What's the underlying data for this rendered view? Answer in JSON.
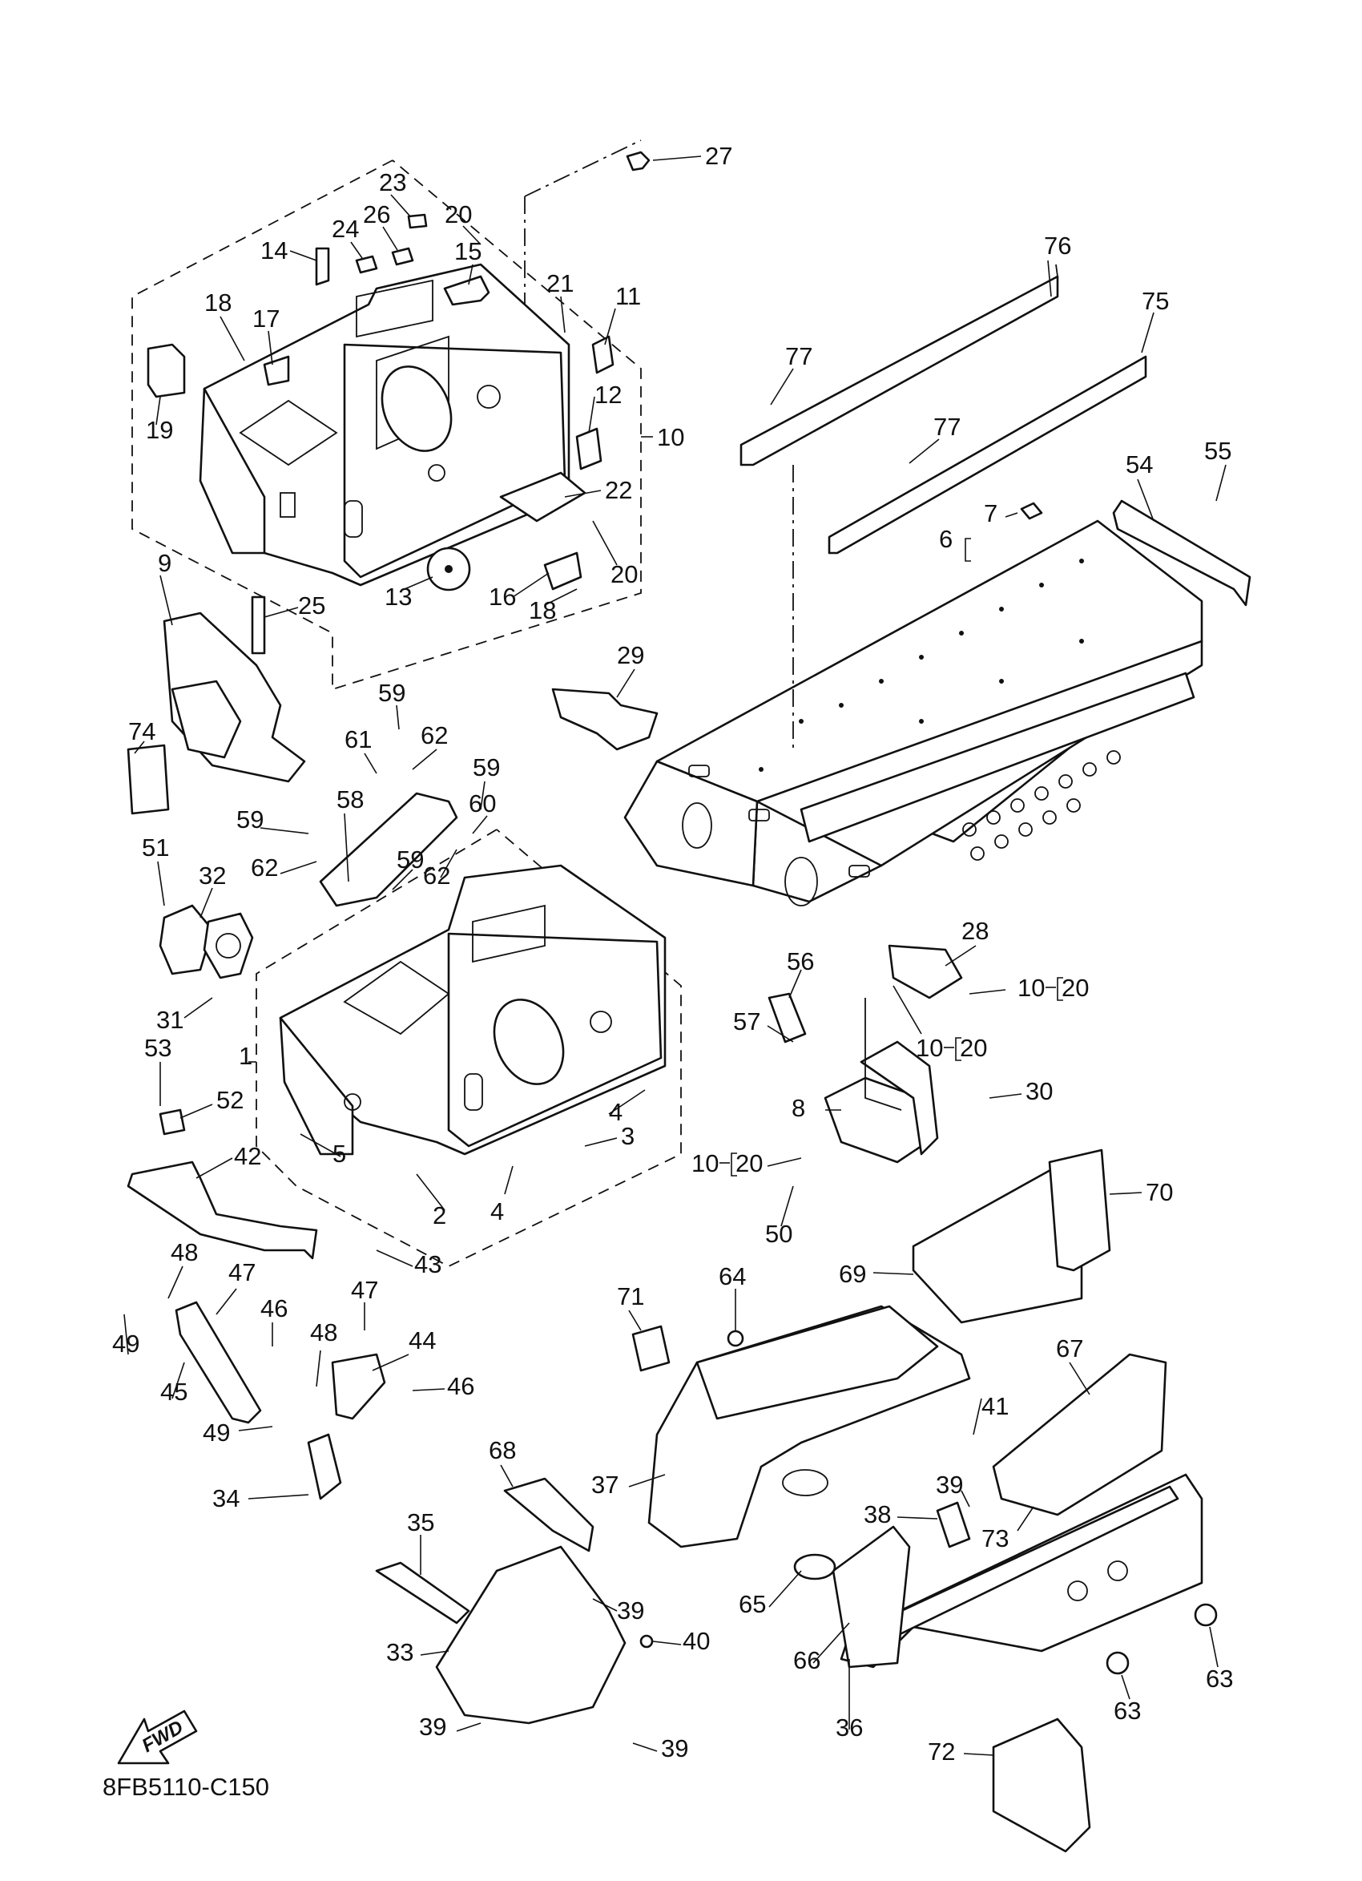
{
  "diagram_code": "8FB5110-C150",
  "fwd_label": "FWD",
  "callouts": [
    {
      "id": "c1",
      "text": "1"
    },
    {
      "id": "c2",
      "text": "2"
    },
    {
      "id": "c3",
      "text": "3"
    },
    {
      "id": "c4a",
      "text": "4"
    },
    {
      "id": "c4b",
      "text": "4"
    },
    {
      "id": "c5",
      "text": "5"
    },
    {
      "id": "c6",
      "text": "6"
    },
    {
      "id": "c7",
      "text": "7"
    },
    {
      "id": "c8",
      "text": "8"
    },
    {
      "id": "c9",
      "text": "9"
    },
    {
      "id": "c10",
      "text": "10"
    },
    {
      "id": "c11",
      "text": "11"
    },
    {
      "id": "c12",
      "text": "12"
    },
    {
      "id": "c13",
      "text": "13"
    },
    {
      "id": "c14",
      "text": "14"
    },
    {
      "id": "c15",
      "text": "15"
    },
    {
      "id": "c16",
      "text": "16"
    },
    {
      "id": "c17",
      "text": "17"
    },
    {
      "id": "c18a",
      "text": "18"
    },
    {
      "id": "c18b",
      "text": "18"
    },
    {
      "id": "c19",
      "text": "19"
    },
    {
      "id": "c20a",
      "text": "20"
    },
    {
      "id": "c20b",
      "text": "20"
    },
    {
      "id": "c21",
      "text": "21"
    },
    {
      "id": "c22",
      "text": "22"
    },
    {
      "id": "c23",
      "text": "23"
    },
    {
      "id": "c24",
      "text": "24"
    },
    {
      "id": "c25",
      "text": "25"
    },
    {
      "id": "c26",
      "text": "26"
    },
    {
      "id": "c27",
      "text": "27"
    },
    {
      "id": "c28",
      "text": "28"
    },
    {
      "id": "c29",
      "text": "29"
    },
    {
      "id": "c30",
      "text": "30"
    },
    {
      "id": "c31",
      "text": "31"
    },
    {
      "id": "c32",
      "text": "32"
    },
    {
      "id": "c33",
      "text": "33"
    },
    {
      "id": "c34",
      "text": "34"
    },
    {
      "id": "c35",
      "text": "35"
    },
    {
      "id": "c36",
      "text": "36"
    },
    {
      "id": "c37",
      "text": "37"
    },
    {
      "id": "c38",
      "text": "38"
    },
    {
      "id": "c39a",
      "text": "39"
    },
    {
      "id": "c39b",
      "text": "39"
    },
    {
      "id": "c39c",
      "text": "39"
    },
    {
      "id": "c39d",
      "text": "39"
    },
    {
      "id": "c40",
      "text": "40"
    },
    {
      "id": "c41",
      "text": "41"
    },
    {
      "id": "c42",
      "text": "42"
    },
    {
      "id": "c43",
      "text": "43"
    },
    {
      "id": "c44",
      "text": "44"
    },
    {
      "id": "c45",
      "text": "45"
    },
    {
      "id": "c46a",
      "text": "46"
    },
    {
      "id": "c46b",
      "text": "46"
    },
    {
      "id": "c47a",
      "text": "47"
    },
    {
      "id": "c47b",
      "text": "47"
    },
    {
      "id": "c48a",
      "text": "48"
    },
    {
      "id": "c48b",
      "text": "48"
    },
    {
      "id": "c49a",
      "text": "49"
    },
    {
      "id": "c49b",
      "text": "49"
    },
    {
      "id": "c50",
      "text": "50"
    },
    {
      "id": "c51",
      "text": "51"
    },
    {
      "id": "c52",
      "text": "52"
    },
    {
      "id": "c53",
      "text": "53"
    },
    {
      "id": "c54",
      "text": "54"
    },
    {
      "id": "c55",
      "text": "55"
    },
    {
      "id": "c56",
      "text": "56"
    },
    {
      "id": "c57",
      "text": "57"
    },
    {
      "id": "c58",
      "text": "58"
    },
    {
      "id": "c59a",
      "text": "59"
    },
    {
      "id": "c59b",
      "text": "59"
    },
    {
      "id": "c59c",
      "text": "59"
    },
    {
      "id": "c59d",
      "text": "59"
    },
    {
      "id": "c60",
      "text": "60"
    },
    {
      "id": "c61",
      "text": "61"
    },
    {
      "id": "c62a",
      "text": "62"
    },
    {
      "id": "c62b",
      "text": "62"
    },
    {
      "id": "c62c",
      "text": "62"
    },
    {
      "id": "c63a",
      "text": "63"
    },
    {
      "id": "c63b",
      "text": "63"
    },
    {
      "id": "c64",
      "text": "64"
    },
    {
      "id": "c65",
      "text": "65"
    },
    {
      "id": "c66",
      "text": "66"
    },
    {
      "id": "c67",
      "text": "67"
    },
    {
      "id": "c68",
      "text": "68"
    },
    {
      "id": "c69",
      "text": "69"
    },
    {
      "id": "c70",
      "text": "70"
    },
    {
      "id": "c71",
      "text": "71"
    },
    {
      "id": "c72",
      "text": "72"
    },
    {
      "id": "c73",
      "text": "73"
    },
    {
      "id": "c74",
      "text": "74"
    },
    {
      "id": "c75",
      "text": "75"
    },
    {
      "id": "c76",
      "text": "76"
    },
    {
      "id": "c77a",
      "text": "77"
    },
    {
      "id": "c77b",
      "text": "77"
    },
    {
      "id": "c10b",
      "text": "10"
    },
    {
      "id": "c20c",
      "text": "20"
    },
    {
      "id": "c10c",
      "text": "10"
    },
    {
      "id": "c20d",
      "text": "20"
    },
    {
      "id": "c10d",
      "text": "10"
    },
    {
      "id": "c20e",
      "text": "20"
    }
  ]
}
